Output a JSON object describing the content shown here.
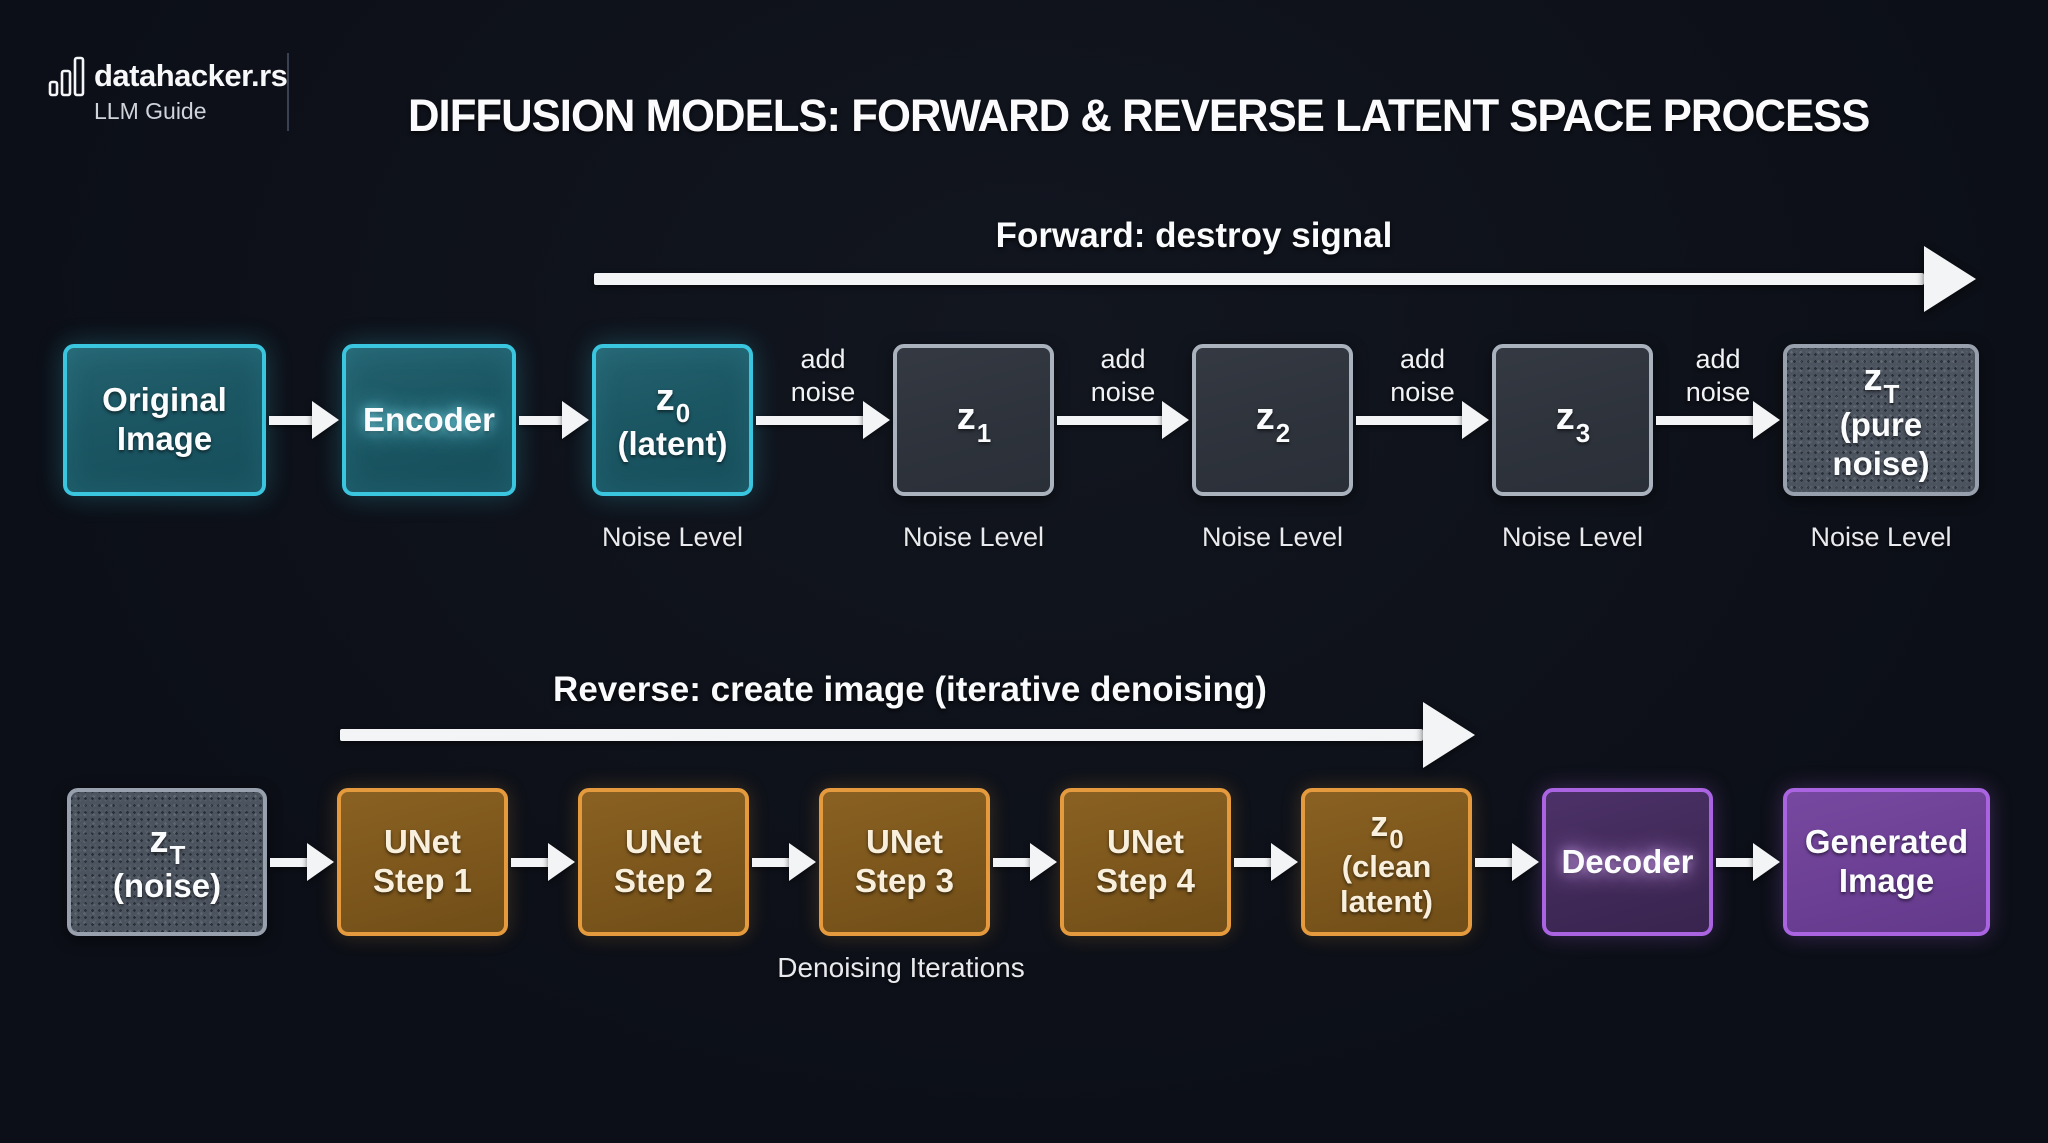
{
  "header": {
    "brand": "datahacker.rs",
    "subtitle": "LLM Guide",
    "title": "DIFFUSION MODELS: FORWARD & REVERSE LATENT SPACE PROCESS",
    "logo_icon": "bar-chart-icon"
  },
  "forward": {
    "label": "Forward: destroy signal",
    "add_noise": {
      "line1": "add",
      "line2": "noise"
    },
    "noise_level": "Noise Level",
    "boxes": {
      "original": {
        "line1": "Original",
        "line2": "Image"
      },
      "encoder": {
        "line1": "Encoder"
      },
      "z0": {
        "main": "z",
        "sub": "0",
        "line2": "(latent)"
      },
      "z1": {
        "main": "z",
        "sub": "1"
      },
      "z2": {
        "main": "z",
        "sub": "2"
      },
      "z3": {
        "main": "z",
        "sub": "3"
      },
      "zt": {
        "main": "z",
        "sub": "T",
        "line2": "(pure noise)"
      }
    }
  },
  "reverse": {
    "label": "Reverse: create image (iterative denoising)",
    "iterations_label": "Denoising Iterations",
    "boxes": {
      "zt": {
        "main": "z",
        "sub": "T",
        "line2": "(noise)"
      },
      "unet1": {
        "line1": "UNet",
        "line2": "Step 1"
      },
      "unet2": {
        "line1": "UNet",
        "line2": "Step 2"
      },
      "unet3": {
        "line1": "UNet",
        "line2": "Step 3"
      },
      "unet4": {
        "line1": "UNet",
        "line2": "Step 4"
      },
      "z0": {
        "main": "z",
        "sub": "0",
        "line2": "(clean",
        "line3": "latent)"
      },
      "decoder": {
        "line1": "Decoder"
      },
      "generated": {
        "line1": "Generated",
        "line2": "Image"
      }
    }
  },
  "colors": {
    "background": "#0c0f17",
    "teal_border": "#3bc6df",
    "teal_fill": "#1b5663",
    "gray_border": "#aab2bd",
    "gray_fill": "#2d323b",
    "noise_border": "#97a0ac",
    "noise_fill": "#4b535f",
    "orange_border": "#e59a3d",
    "orange_fill": "#7c561c",
    "purple_border": "#aa64e2",
    "purple_fill_dark": "#3f2957",
    "purple_fill_bright": "#6b3f94",
    "arrow": "#f2f4f6"
  }
}
